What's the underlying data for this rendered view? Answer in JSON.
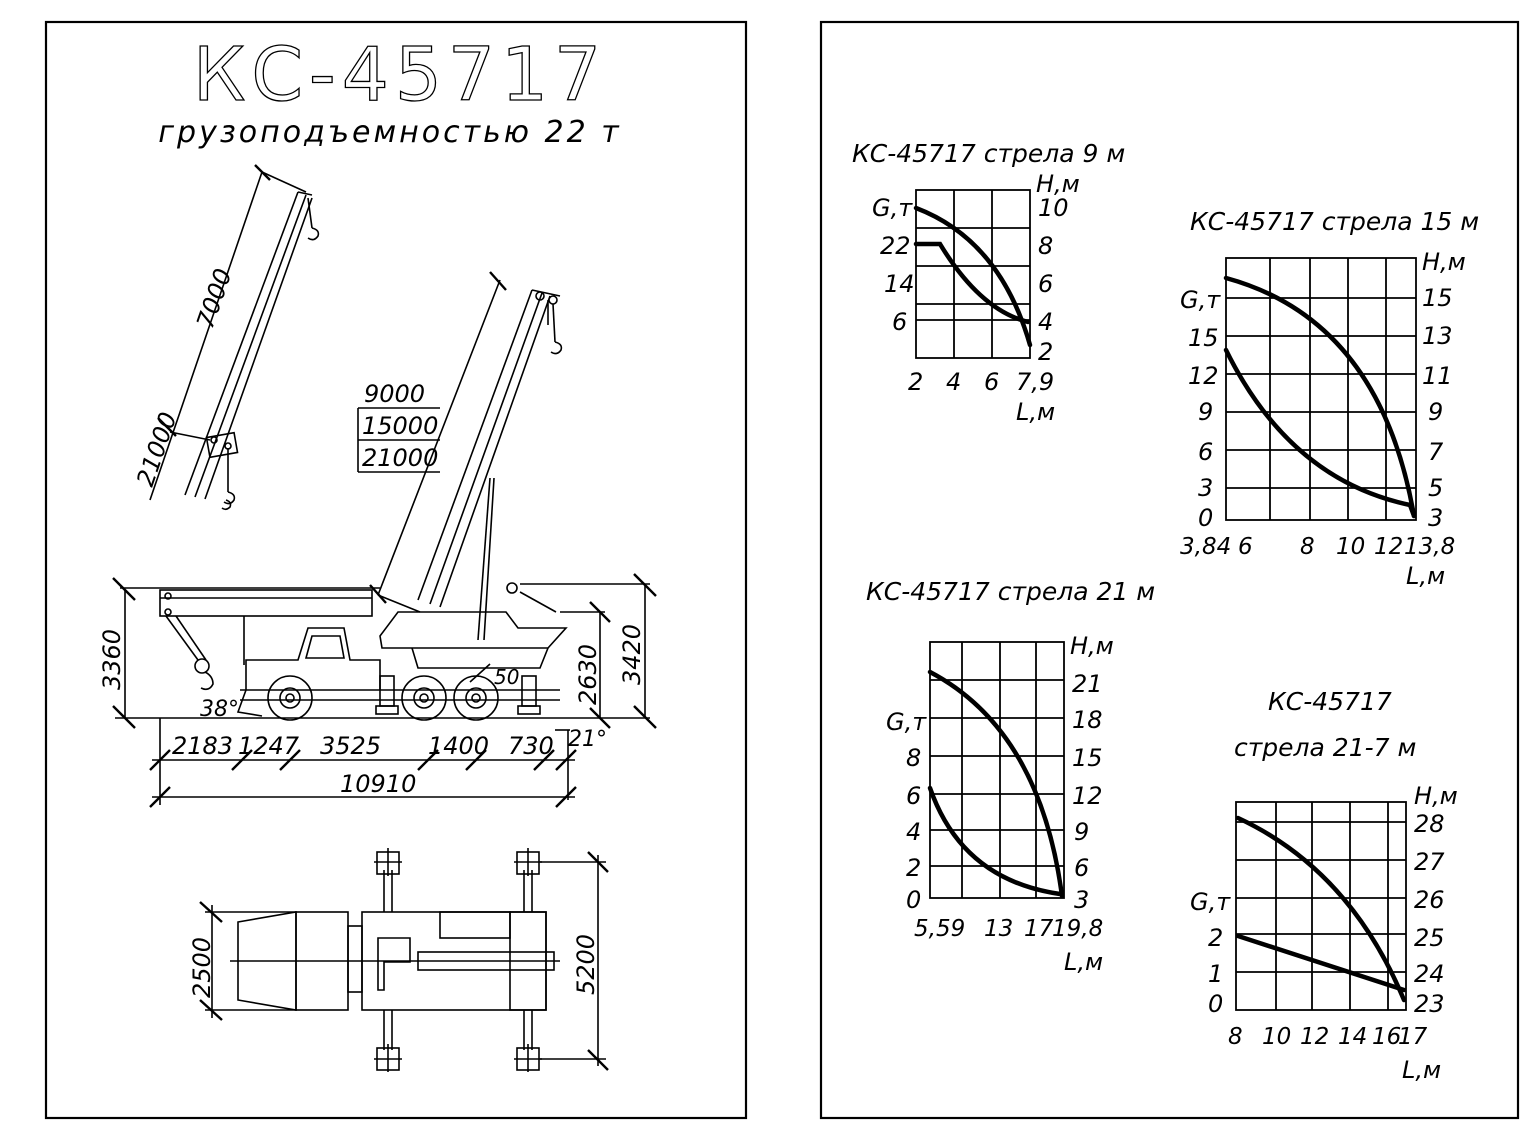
{
  "left_sheet": {
    "model_title": "КС-45717",
    "subtitle": "грузоподъемностью 22 т",
    "boom_labels": [
      "9000",
      "15000",
      "21000"
    ],
    "jib": {
      "length": "7000",
      "boom": "21000"
    },
    "side_dims": {
      "height_total": "3360",
      "height_rear": "3420",
      "height_cab": "2630",
      "angle_front": "38°",
      "angle_rear": "21°",
      "clearance": "50",
      "segments": [
        "2183",
        "1247",
        "3525",
        "1400",
        "730"
      ],
      "overall_length": "10910"
    },
    "top_dims": {
      "width": "2500",
      "outrigger_span": "5200"
    }
  },
  "charts": {
    "c9": {
      "title": "КС-45717 стрела 9 м",
      "y_left_label": "G,т",
      "y_right_label": "H,м",
      "x_label": "L,м",
      "y_left_ticks": [
        "22",
        "14",
        "6"
      ],
      "y_right_ticks": [
        "10",
        "8",
        "6",
        "4",
        "2"
      ],
      "x_ticks": [
        "2",
        "4",
        "6",
        "7,9"
      ]
    },
    "c15": {
      "title": "КС-45717 стрела 15 м",
      "y_left_label": "G,т",
      "y_right_label": "H,м",
      "x_label": "L,м",
      "y_left_ticks": [
        "15",
        "12",
        "9",
        "6",
        "3",
        "0"
      ],
      "y_right_ticks": [
        "15",
        "13",
        "11",
        "9",
        "7",
        "5",
        "3"
      ],
      "x_ticks": [
        "3,84",
        "6",
        "8",
        "10",
        "12",
        "13,8"
      ]
    },
    "c21": {
      "title": "КС-45717 стрела 21 м",
      "y_left_label": "G,т",
      "y_right_label": "H,м",
      "x_label": "L,м",
      "y_left_ticks": [
        "8",
        "6",
        "4",
        "2",
        "0"
      ],
      "y_right_ticks": [
        "21",
        "18",
        "15",
        "12",
        "9",
        "6",
        "3"
      ],
      "x_ticks": [
        "5,59",
        "13",
        "17",
        "19,8"
      ]
    },
    "c217": {
      "title_line1": "КС-45717",
      "title_line2": "стрела 21-7 м",
      "y_left_label": "G,т",
      "y_right_label": "H,м",
      "x_label": "L,м",
      "y_left_ticks": [
        "2",
        "1",
        "0"
      ],
      "y_right_ticks": [
        "28",
        "27",
        "26",
        "25",
        "24",
        "23"
      ],
      "x_ticks": [
        "8",
        "10",
        "12",
        "14",
        "16",
        "17"
      ]
    }
  }
}
